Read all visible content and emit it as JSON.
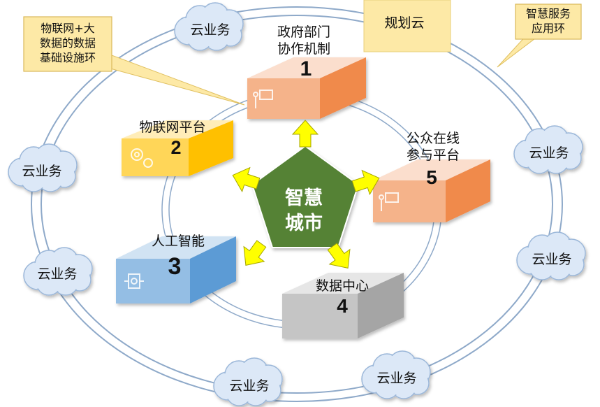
{
  "center": {
    "label": "智慧\n城市",
    "color": "#548235"
  },
  "modules": [
    {
      "label": "政府部门\n协作机制",
      "number": "1",
      "color": "#f08a4b"
    },
    {
      "label": "物联网平台",
      "number": "2",
      "color": "#ffc000"
    },
    {
      "label": "人工智能",
      "number": "3",
      "color": "#5b9bd5"
    },
    {
      "label": "数据中心",
      "number": "4",
      "color": "#a5a5a5"
    },
    {
      "label": "公众在线\n参与平台",
      "number": "5",
      "color": "#f08a4b"
    }
  ],
  "clouds": {
    "planning": "规划云",
    "service": "云业务"
  },
  "callouts": {
    "iot_bigdata": "物联网+大\n数据的数据\n基础设施环",
    "smart_service": "智慧服务\n应用环"
  },
  "colors": {
    "arrow": "#ffff00",
    "ring": "#8ea9c9",
    "cloud_fill": "#dce8f7",
    "callout_fill": "#fde9a6"
  },
  "icons": [
    "presenter-icon",
    "gears-icon",
    "robot-icon",
    "presenter-icon"
  ]
}
